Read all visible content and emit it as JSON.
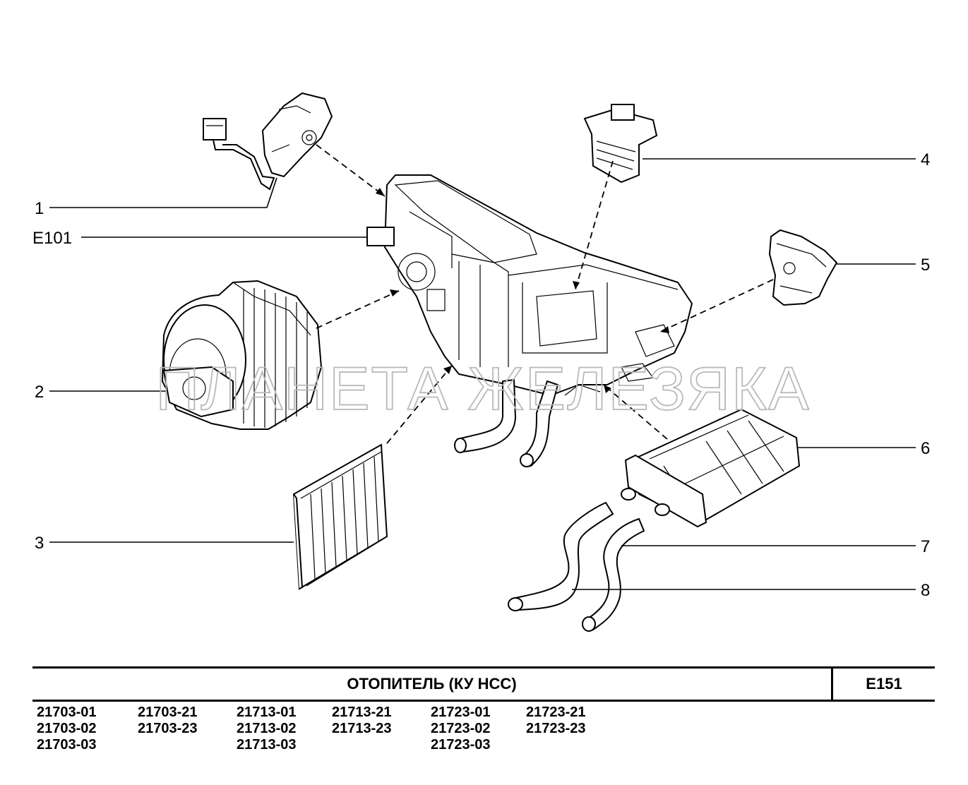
{
  "callouts": {
    "c1": "1",
    "e101": "E101",
    "c2": "2",
    "c3": "3",
    "c4": "4",
    "c5": "5",
    "c6": "6",
    "c7": "7",
    "c8": "8"
  },
  "watermark": "ПЛАНЕТА ЖЕЛЕЗЯКА",
  "title_block": {
    "title": "ОТОПИТЕЛЬ (КУ НСС)",
    "code": "E151",
    "models": [
      [
        "21703-01",
        "21703-02",
        "21703-03"
      ],
      [
        "21703-21",
        "21703-23"
      ],
      [
        "21713-01",
        "21713-02",
        "21713-03"
      ],
      [
        "21713-21",
        "21713-23"
      ],
      [
        "21723-01",
        "21723-02",
        "21723-03"
      ],
      [
        "21723-21",
        "21723-23"
      ]
    ]
  }
}
